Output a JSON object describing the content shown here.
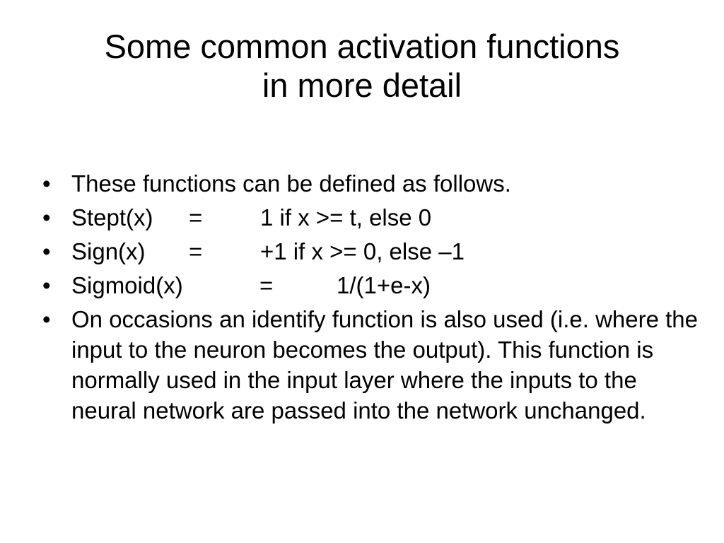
{
  "slide": {
    "title_line1": "Some common activation functions",
    "title_line2": "in more detail",
    "bullet_char": "•",
    "intro": "These functions can be defined as follows.",
    "definitions": [
      {
        "name": "Stept(x)",
        "eq": "=",
        "value": "1 if x >= t, else 0"
      },
      {
        "name": "Sign(x)",
        "eq": "=",
        "value": "+1 if x >= 0, else –1"
      },
      {
        "name": "Sigmoid(x)",
        "eq": "=",
        "value": "1/(1+e-x)"
      }
    ],
    "closing": "On occasions an identify function is also used (i.e. where the input to the neuron becomes the output). This function is normally used in the input layer where the inputs to the neural network are passed into the network unchanged."
  }
}
